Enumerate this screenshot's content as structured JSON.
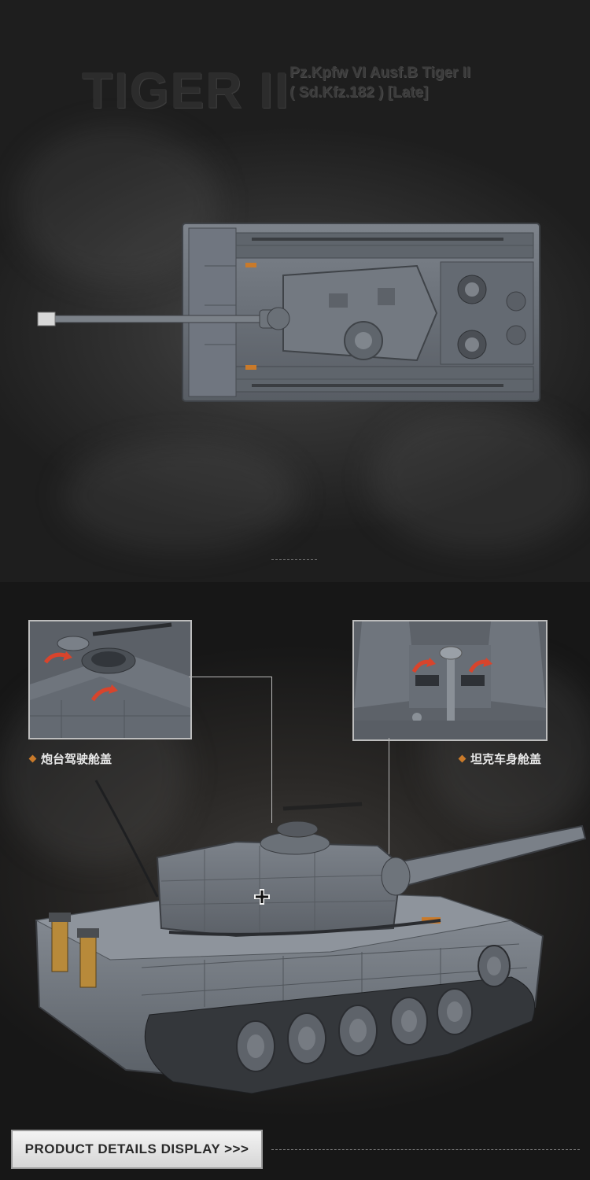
{
  "header": {
    "title": "TIGER II",
    "subtitle_line1": "Pz.Kpfw VI Ausf.B Tiger II",
    "subtitle_line2": "( Sd.Kfz.182 ) [Late]"
  },
  "details": {
    "left_caption": "炮台驾驶舱盖",
    "right_caption": "坦克车身舱盖"
  },
  "footer": {
    "button_label": "PRODUCT DETAILS DISPLAY >>>"
  },
  "colors": {
    "accent": "#c97a2a",
    "tank_gray": "#6b7078",
    "arrow_red": "#d8442c"
  }
}
